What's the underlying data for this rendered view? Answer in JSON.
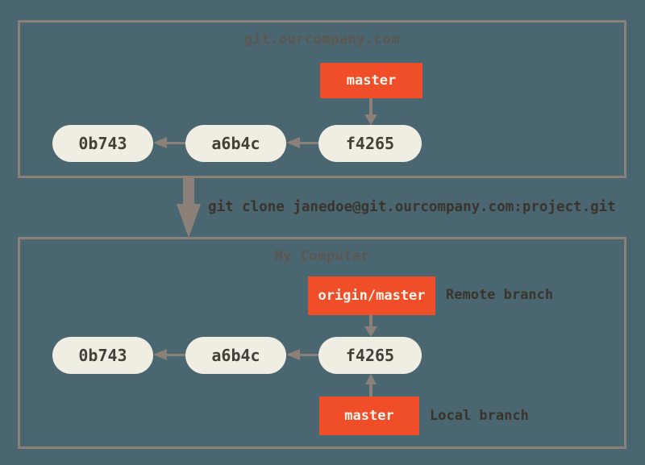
{
  "colors": {
    "background": "#4a6670",
    "frame_border": "#8b8178",
    "arrow": "#8b8178",
    "branch_accent": "#f04e28",
    "commit_fill": "#f0eee3",
    "commit_text": "#453f37",
    "title_text": "#5c564e",
    "annotation_text": "#3a342c",
    "branch_text": "#f6f3ec"
  },
  "server": {
    "title": "git.ourcompany.com",
    "branch_label": "master",
    "commits": [
      "0b743",
      "a6b4c",
      "f4265"
    ]
  },
  "clone": {
    "command": "git clone janedoe@git.ourcompany.com:project.git"
  },
  "computer": {
    "title": "My Computer",
    "remote_branch_label": "origin/master",
    "remote_annotation": "Remote branch",
    "local_branch_label": "master",
    "local_annotation": "Local branch",
    "commits": [
      "0b743",
      "a6b4c",
      "f4265"
    ]
  }
}
